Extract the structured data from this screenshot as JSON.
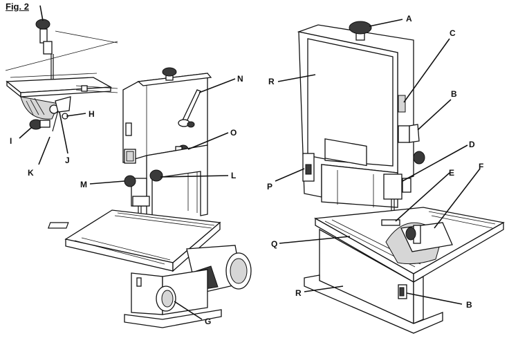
{
  "figure": {
    "title": "Fig. 2",
    "callouts": {
      "A": "A",
      "B": "B",
      "C": "C",
      "D": "D",
      "E": "E",
      "F": "F",
      "G": "G",
      "H": "H",
      "I": "I",
      "J": "J",
      "K": "K",
      "L": "L",
      "M": "M",
      "N": "N",
      "O": "O",
      "P": "P",
      "Q": "Q",
      "R": "R"
    }
  }
}
